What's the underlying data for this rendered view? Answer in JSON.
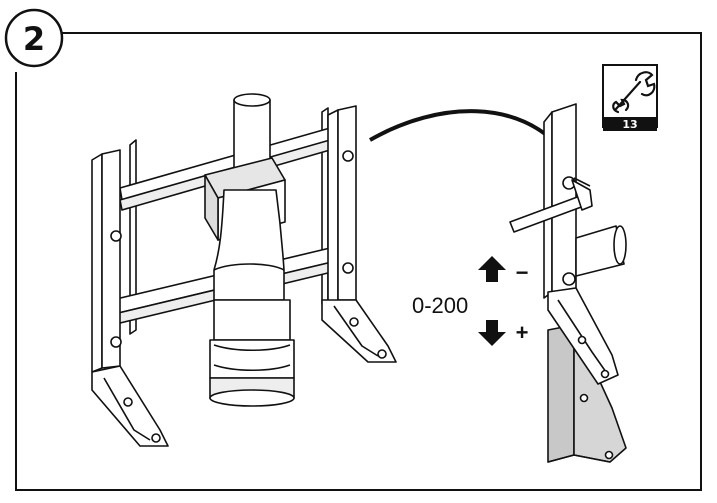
{
  "step": {
    "number": "2"
  },
  "adjustment": {
    "range_label": "0-200",
    "up_sign": "−",
    "down_sign": "+"
  },
  "tool": {
    "icon": "wrench-icon",
    "size_label": "13"
  },
  "colors": {
    "line": "#111111",
    "shade": "#d9d9d9",
    "dark_shade": "#b5b5b5",
    "paper": "#ffffff"
  }
}
